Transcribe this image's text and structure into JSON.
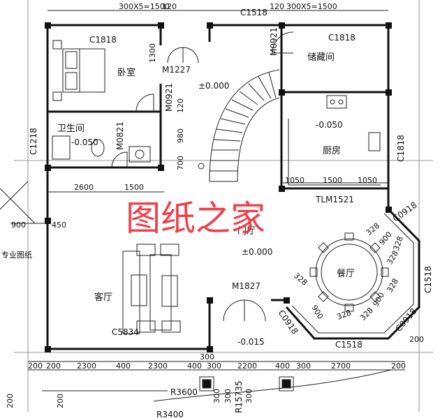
{
  "rooms": {
    "bedroom": "卧室",
    "bathroom": "卫生间",
    "storage": "储藏间",
    "kitchen": "厨房",
    "foyer": "门厅",
    "dining": "餐厅",
    "living": "客厅"
  },
  "watermark": "图纸之家",
  "margin_note": "专业图纸",
  "levels": {
    "stair": "±0.000",
    "bath": "-0.050",
    "kitchen": "-0.050",
    "foyer": "±0.000",
    "entry": "-0.015"
  },
  "labels": {
    "c1818_a": "C1818",
    "c1518_top": "C1518",
    "c1818_b": "C1818",
    "m0921_a": "M0921",
    "m1227": "M1227",
    "m0921_b": "M0921",
    "m0821": "M0821",
    "c1218": "C1218",
    "c1818_c": "C1818",
    "tlm1521": "TLM1521",
    "c0918_a": "C0918",
    "c1518_r": "C1518",
    "c0918_b": "C0918",
    "c0918_c": "C0918",
    "m1827": "M1827",
    "c5834": "C5834",
    "c1518_bot": "C1518",
    "r3600": "R3600",
    "r15735": "R15735",
    "r3400": "R3400"
  },
  "dims": {
    "top_left": "300X5=1500",
    "top_120a": "120",
    "top_120b": "120",
    "top_right": "300X5=1500",
    "d1300": "1300",
    "d120": "120",
    "d980": "980",
    "d700": "700",
    "d2600": "2600",
    "d1500": "1500",
    "d900": "900",
    "d450": "450",
    "k1050a": "1050",
    "k1500": "1500",
    "k1050b": "1050",
    "g328_1": "328",
    "g328_2": "328",
    "g328_3": "328",
    "g328_4": "328",
    "g900_1": "900",
    "g900_2": "900",
    "g900_3": "900",
    "g328_5": "328",
    "g328_6": "328",
    "g328_7": "328",
    "b200a": "200",
    "b200b": "200",
    "b2300a": "2300",
    "b400a": "400",
    "b2300b": "2300",
    "b400b": "400",
    "b300a": "300",
    "b2200": "2200",
    "b400c": "400",
    "b300b": "300",
    "b2700": "2700",
    "b200c": "200",
    "b200d": "200",
    "b200e": "200",
    "b300c": "300",
    "b300d": "300",
    "b300e": "300",
    "b300f": "300",
    "b200f": "200"
  }
}
